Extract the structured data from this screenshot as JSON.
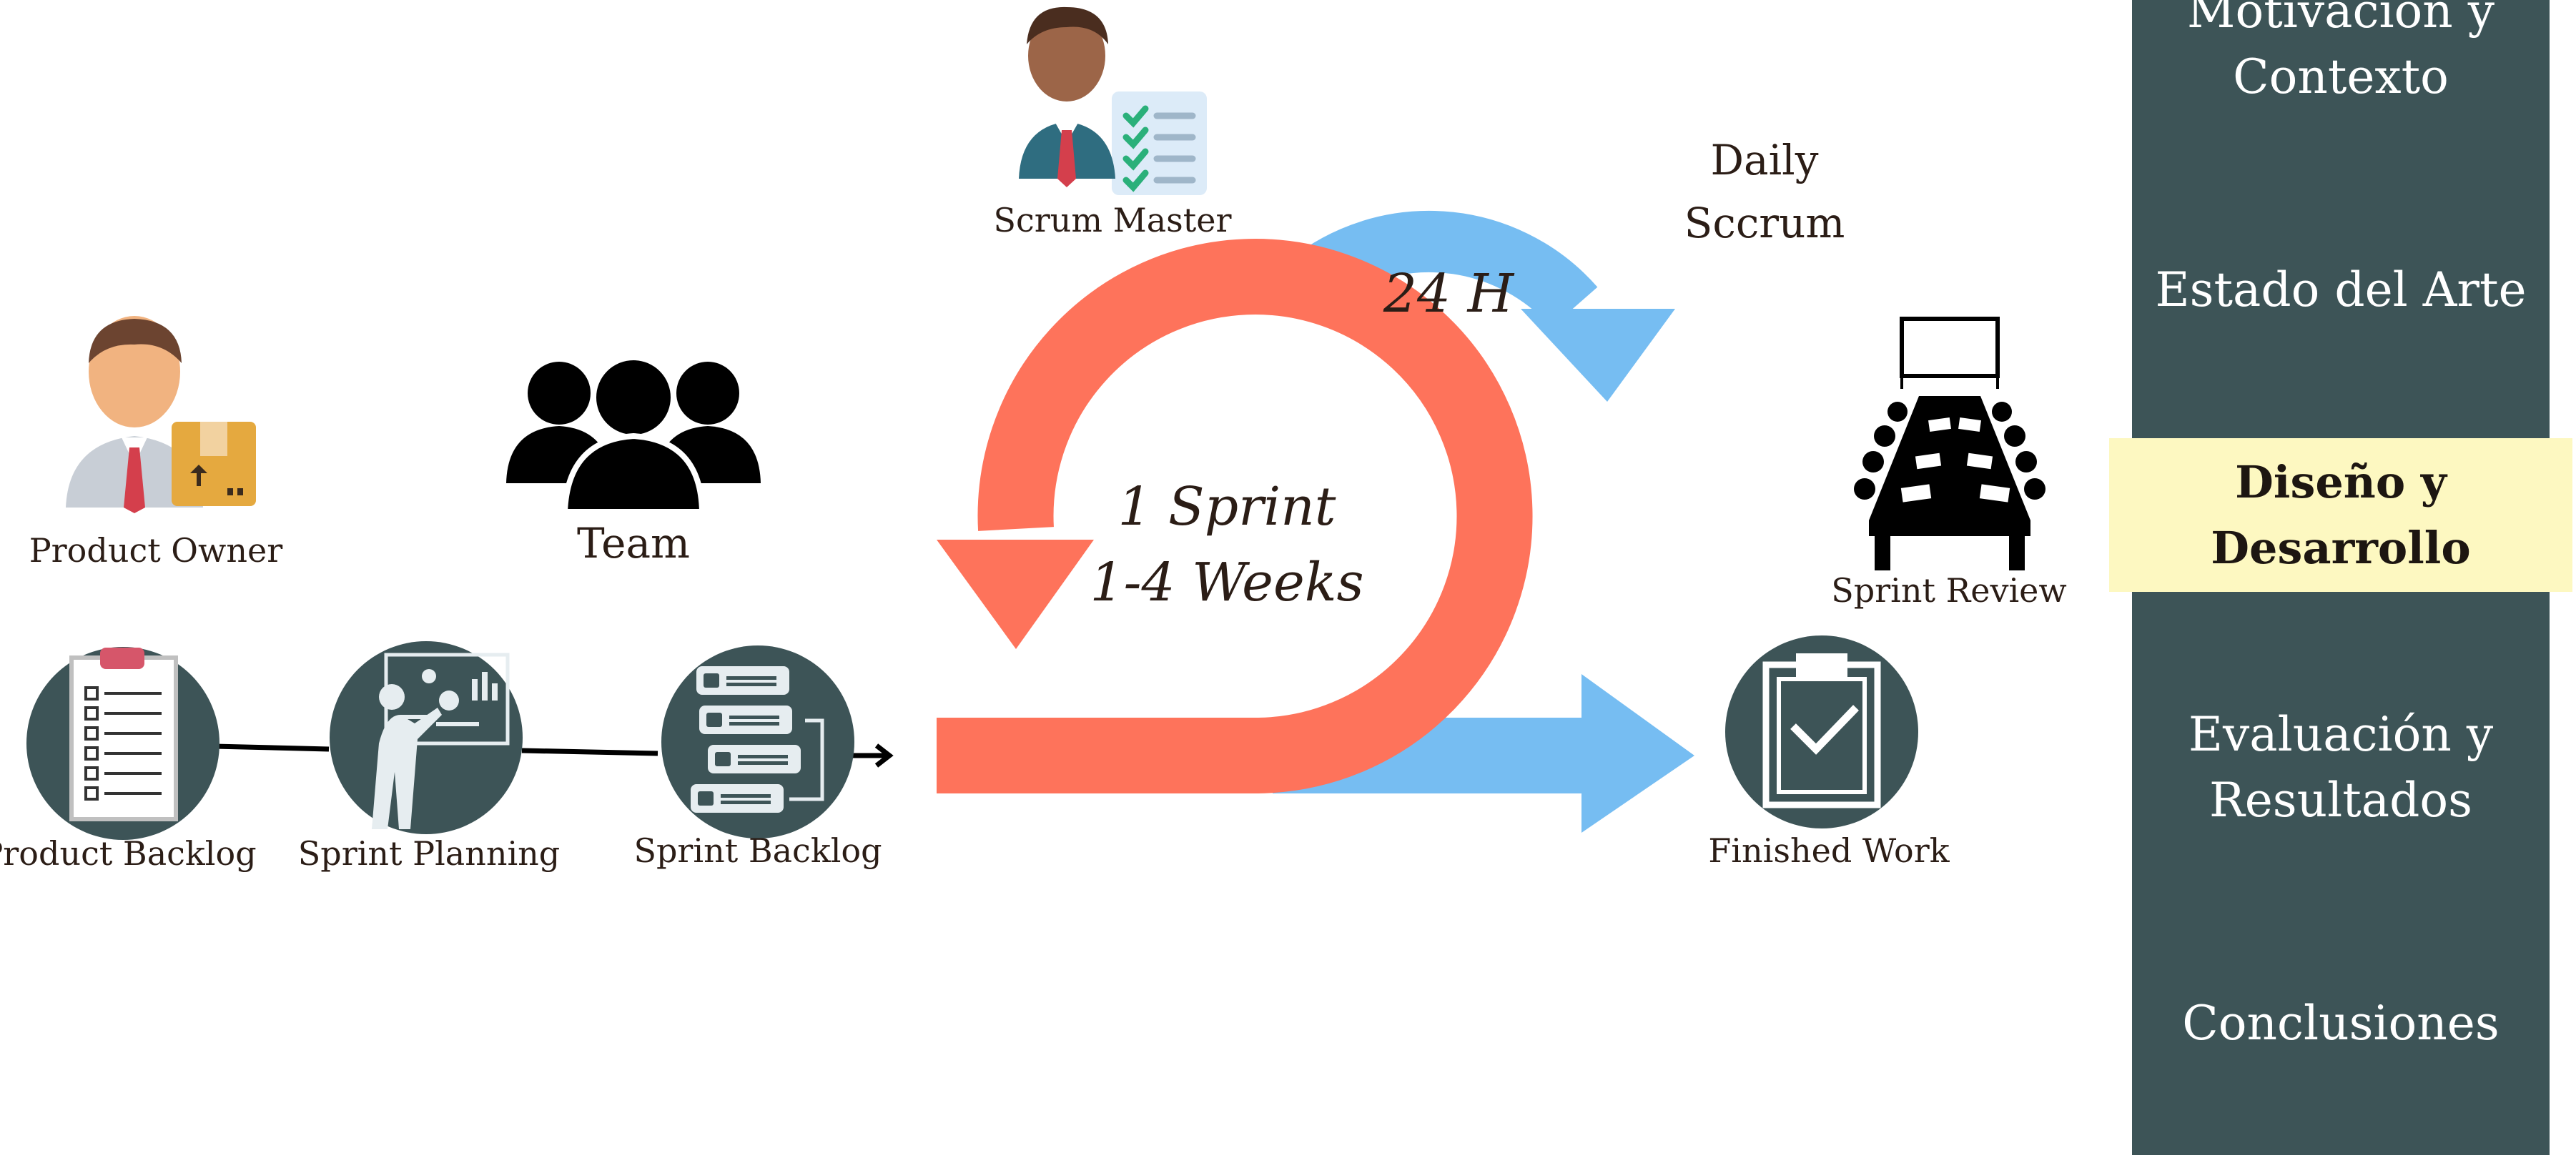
{
  "colors": {
    "sidebar": "#3d5457",
    "sidebar_active": "#fdf8c1",
    "sprint_arrow": "#fe735b",
    "daily_arrow": "#76bdf2",
    "circle": "#3d5457"
  },
  "diagram": {
    "roles": {
      "scrum_master": "Scrum Master",
      "product_owner": "Product Owner",
      "team": "Team"
    },
    "flow": {
      "product_backlog": "Product Backlog",
      "sprint_planning": "Sprint Planning",
      "sprint_backlog": "Sprint Backlog",
      "finished_work": "Finished Work",
      "sprint_review": "Sprint Review"
    },
    "daily": {
      "line1": "Daily",
      "line2": "Sccrum",
      "duration": "24 H"
    },
    "sprint": {
      "line1": "1 Sprint",
      "line2": "1-4 Weeks"
    }
  },
  "sidebar": {
    "items": [
      {
        "line1": "Motivación y",
        "line2": "Contexto"
      },
      {
        "line1": "Estado del Arte"
      },
      {
        "line1": "Diseño y",
        "line2": "Desarrollo"
      },
      {
        "line1": "Evaluación y",
        "line2": "Resultados"
      },
      {
        "line1": "Conclusiones"
      }
    ]
  }
}
